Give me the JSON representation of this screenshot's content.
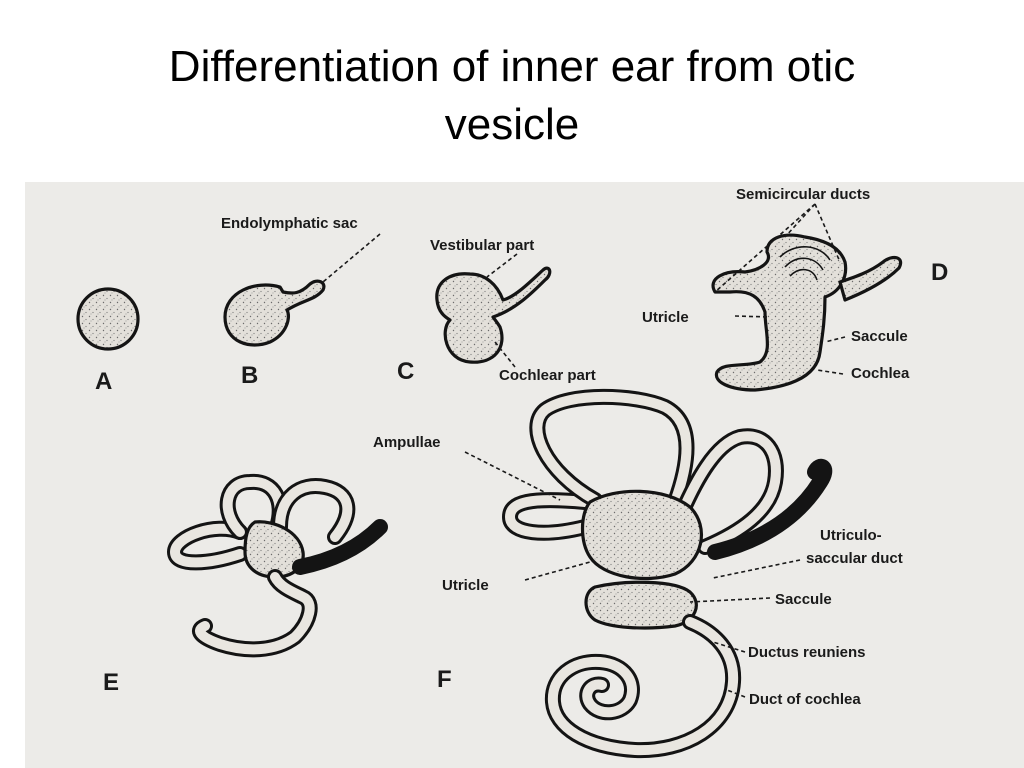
{
  "title": {
    "line1": "Differentiation of inner ear from otic",
    "line2": "vesicle"
  },
  "stages": {
    "A": "A",
    "B": "B",
    "C": "C",
    "D": "D",
    "E": "E",
    "F": "F"
  },
  "labels": {
    "endolymphatic_sac": "Endolymphatic sac",
    "vestibular_part": "Vestibular part",
    "cochlear_part": "Cochlear part",
    "semicircular_ducts": "Semicircular ducts",
    "utricle_d": "Utricle",
    "saccule_d": "Saccule",
    "cochlea_d": "Cochlea",
    "ampullae": "Ampullae",
    "utricle_f": "Utricle",
    "utriculo_1": "Utriculo-",
    "utriculo_2": "saccular duct",
    "saccule_f": "Saccule",
    "ductus_reuniens": "Ductus reuniens",
    "duct_of_cochlea": "Duct of cochlea"
  },
  "colors": {
    "figure_background": "#ecebe8",
    "ink": "#141414",
    "stipple_fill": "#e3e0da"
  }
}
